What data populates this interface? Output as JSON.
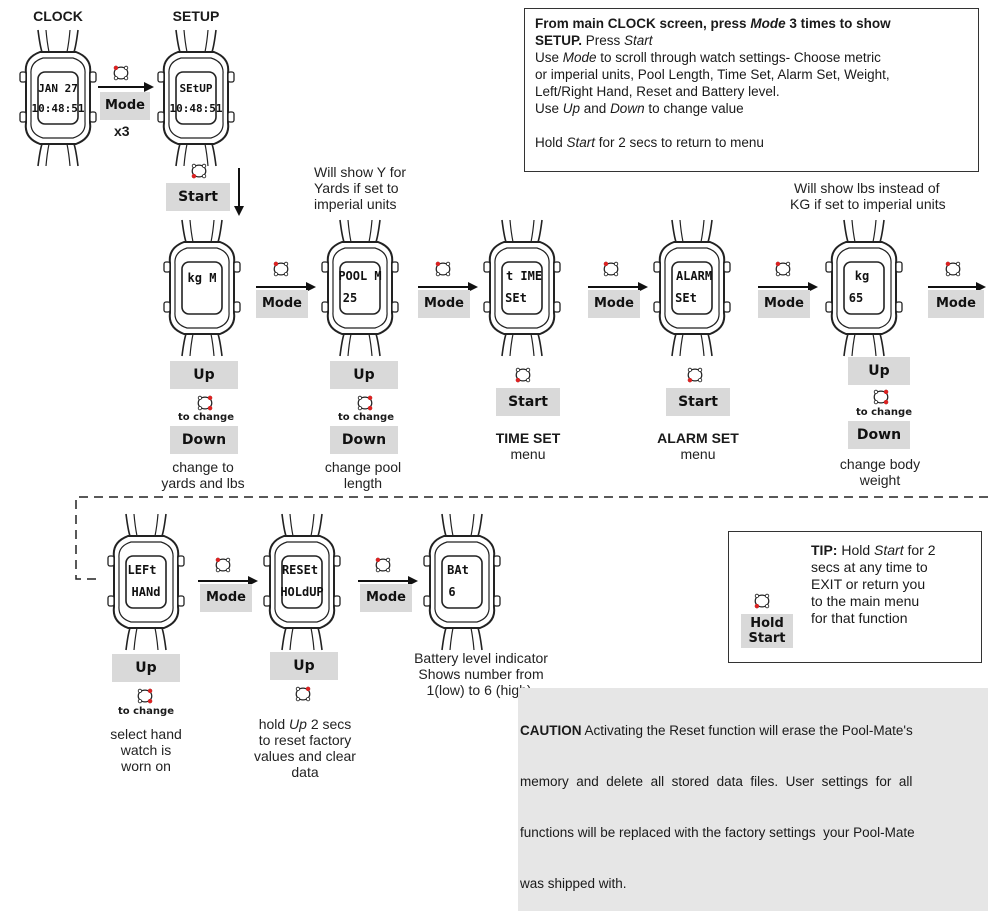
{
  "top_labels": {
    "clock": "CLOCK",
    "setup": "SETUP"
  },
  "watches": {
    "clock": {
      "line1": "JAN 27",
      "line2": "10:48:51"
    },
    "setup": {
      "line1": "SEtUP",
      "line2": "10:48:51"
    },
    "kg": {
      "line1": "kg M",
      "line2": ""
    },
    "pool": {
      "line1": "POOL M",
      "line2": "25"
    },
    "time": {
      "line1": "t IME",
      "line2": "SEt"
    },
    "alarm": {
      "line1": "ALARM",
      "line2": "SEt"
    },
    "weight": {
      "line1": "kg",
      "line2": "65"
    },
    "hand": {
      "line1": "LEFt",
      "line2": "HANd"
    },
    "reset": {
      "line1": "RESEt",
      "line2": "HOLdUP"
    },
    "battery": {
      "line1": "BAt",
      "line2": "6"
    }
  },
  "buttons": {
    "mode": "Mode",
    "start": "Start",
    "up": "Up",
    "down": "Down",
    "hold": "Hold",
    "hold_start": "Start"
  },
  "x3": "x3",
  "to_change": "to change",
  "captions": {
    "pool_note": [
      "Will show Y for",
      "Yards if set to",
      "imperial units"
    ],
    "weight_note": [
      "Will show lbs instead of",
      "KG if set to  imperial units"
    ],
    "units": [
      "change to",
      "yards and lbs"
    ],
    "pool_len": [
      "change pool",
      "length"
    ],
    "time_title": "TIME SET",
    "time_menu": "menu",
    "alarm_title": "ALARM SET",
    "alarm_menu": "menu",
    "body_weight": [
      "change body",
      "weight"
    ],
    "battery": [
      "Battery level indicator",
      "Shows number from",
      "1(low) to 6 (high)."
    ],
    "hand": [
      "select hand",
      "watch is",
      "worn on"
    ],
    "reset_hold_pre": "hold ",
    "reset_hold_up": "Up",
    "reset_hold_post": " 2 secs",
    "reset": [
      "to reset factory",
      "values and clear",
      "data"
    ]
  },
  "info": {
    "line1_a": "From main CLOCK screen, press ",
    "line1_mode": "Mode",
    "line1_b": " 3 times to show",
    "line2_bold": "SETUP.",
    "line2_a": " Press ",
    "line2_start": "Start",
    "line3_a": "Use ",
    "line3_mode": "Mode",
    "line3_b": " to scroll through watch settings- Choose metric",
    "line4": "or imperial units, Pool Length, Time Set, Alarm Set, Weight,",
    "line5": "Left/Right Hand, Reset and Battery level.",
    "line6_a": "Use ",
    "line6_up": "Up",
    "line6_b": " and ",
    "line6_down": "Down",
    "line6_c": " to change value",
    "line7_a": "Hold ",
    "line7_start": "Start",
    "line7_b": " for 2 secs to return to menu"
  },
  "tip": {
    "label": "TIP:",
    "a": " Hold ",
    "start": "Start",
    "b": " for 2",
    "lines": [
      "secs at any time to",
      "EXIT or return you",
      "to the main menu",
      "for that function"
    ]
  },
  "caution": {
    "label": "CAUTION",
    "lines": [
      " Activating the Reset function will erase the Pool-Mate's",
      "memory  and  delete  all  stored  data  files.  User  settings  for  all",
      "functions will be replaced with the factory settings  your Pool-Mate",
      "was shipped with."
    ]
  }
}
